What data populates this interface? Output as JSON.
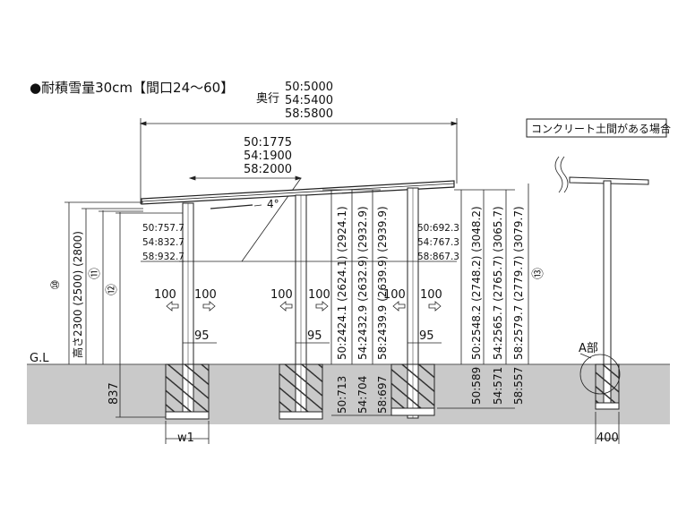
{
  "title": "●耐積雪量30cm【間口24～60】",
  "depth": {
    "label": "奥行",
    "lines": [
      "50:5000",
      "54:5400",
      "58:5800"
    ]
  },
  "mid_span": [
    "50:1775",
    "54:1900",
    "58:2000"
  ],
  "slope": "4°",
  "concrete_label": "コンクリート土間がある場合",
  "front_overhang": [
    "50:757.7",
    "54:832.7",
    "58:932.7"
  ],
  "rear_overhang": [
    "50:692.3",
    "54:767.3",
    "58:867.3"
  ],
  "mid_heights": [
    "50:2424.1 (2624.1) (2924.1)",
    "54:2432.9 (2632.9) (2932.9)",
    "58:2439.9 (2639.9) (2939.9)"
  ],
  "rear_heights": [
    "50:2548.2 (2748.2) (3048.2)",
    "54:2565.7 (2765.7) (3065.7)",
    "58:2579.7 (2779.7) (3079.7)"
  ],
  "mid_footing": [
    "50:713",
    "54:704",
    "58:697"
  ],
  "rear_footing": [
    "50:589",
    "54:571",
    "58:557"
  ],
  "left_height": "高さ2300 (2500) (2800)",
  "circled": {
    "c10": "⑩",
    "c11": "⑪",
    "c12": "⑫",
    "c13": "⑬"
  },
  "arrow_value": "100",
  "post_width": "95",
  "gl": "G.L",
  "depth_837": "837",
  "w1": "w1",
  "a_part": "A部",
  "width_400": "400"
}
